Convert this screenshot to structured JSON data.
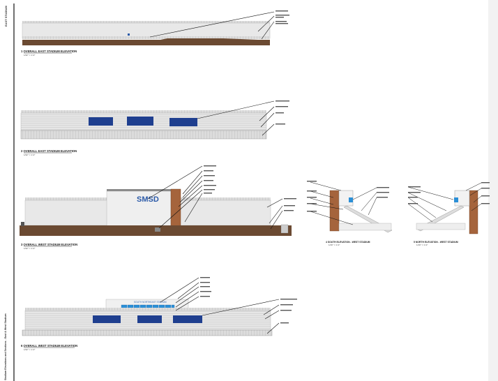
{
  "sheet": {
    "margin_text_top": "EAST STADIUM",
    "margin_text_bottom": "Stadium Elevations and Sections - East & West Stadium"
  },
  "drawings": [
    {
      "number": "1",
      "title": "OVERALL EAST STADIUM ELEVATION",
      "scale": "1/32\" = 1'-0\""
    },
    {
      "number": "2",
      "title": "OVERALL EAST STADIUM ELEVATION",
      "scale": "1/32\" = 1'-0\""
    },
    {
      "number": "3",
      "title": "OVERALL WEST STADIUM ELEVATION",
      "scale": "1/32\" = 1'-0\""
    },
    {
      "number": "4",
      "title": "SOUTH ELEVATION - WEST STADIUM",
      "scale": "1/16\" = 1'-0\""
    },
    {
      "number": "5",
      "title": "NORTH ELEVATION - WEST STADIUM",
      "scale": "1/16\" = 1'-0\""
    },
    {
      "number": "6",
      "title": "OVERALL WEST STADIUM ELEVATION",
      "scale": "1/32\" = 1'-0\""
    }
  ],
  "signage": {
    "logo": "SMSD",
    "press_box_banner": "SOUTH NORTHEAST STADIUM"
  },
  "colors": {
    "ground": "#6b4a32",
    "brick": "#a5643c",
    "seats": "#1f3f8f",
    "glass": "#2b8fd6",
    "facade": "#e4e4e4"
  }
}
